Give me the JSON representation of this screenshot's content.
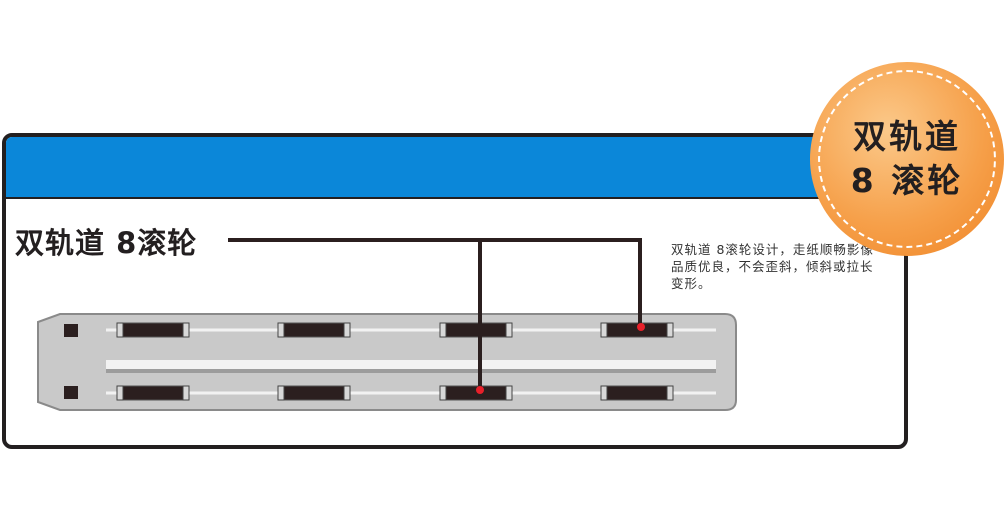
{
  "title": "双轨道 8滚轮",
  "description": "双轨道 8滚轮设计，走纸顺畅影像品质优良，不会歪斜，倾斜或拉长变形。",
  "badge": {
    "line1": "双轨道",
    "line2": "8 滚轮"
  },
  "colors": {
    "blue_bar": "#0b87d9",
    "badge": "#f29135",
    "marker": "#e8202a",
    "outline": "#231f20"
  }
}
